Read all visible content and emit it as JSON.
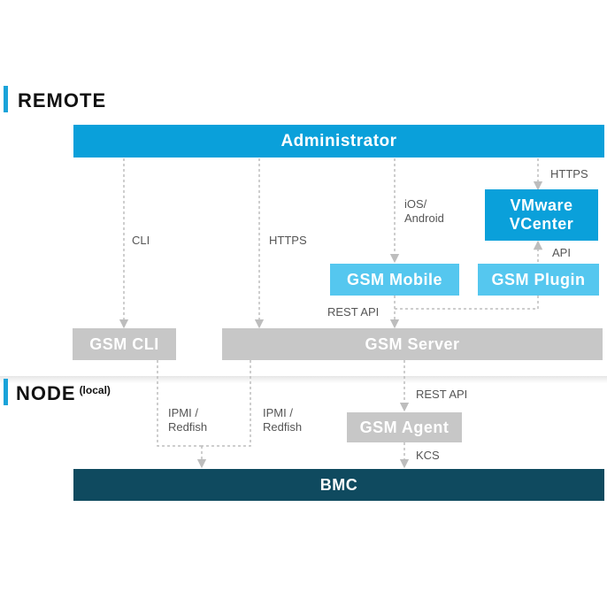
{
  "sections": {
    "remote": "REMOTE",
    "node": "NODE",
    "node_sub": "(local)"
  },
  "boxes": {
    "administrator": "Administrator",
    "vmware_line1": "VMware",
    "vmware_line2": "VCenter",
    "gsm_mobile": "GSM Mobile",
    "gsm_plugin": "GSM Plugin",
    "gsm_cli": "GSM CLI",
    "gsm_server": "GSM Server",
    "gsm_agent": "GSM Agent",
    "bmc": "BMC"
  },
  "labels": {
    "cli": "CLI",
    "https_server": "HTTPS",
    "ios_line1": "iOS/",
    "ios_line2": "Android",
    "https_vcenter": "HTTPS",
    "api": "API",
    "rest_api_server": "REST API",
    "rest_api_agent": "REST API",
    "ipmi1_line1": "IPMI /",
    "ipmi1_line2": "Redfish",
    "ipmi2_line1": "IPMI /",
    "ipmi2_line2": "Redfish",
    "kcs": "KCS"
  },
  "colors": {
    "administrator": "#0aa0da",
    "vmware": "#0aa0da",
    "gsm_mobile": "#55c7ef",
    "gsm_plugin": "#55c7ef",
    "gray_box": "#c7c7c7",
    "bmc": "#0f4a5f",
    "connector": "#bdbdbd",
    "section_bar": "#1aa3d9"
  }
}
